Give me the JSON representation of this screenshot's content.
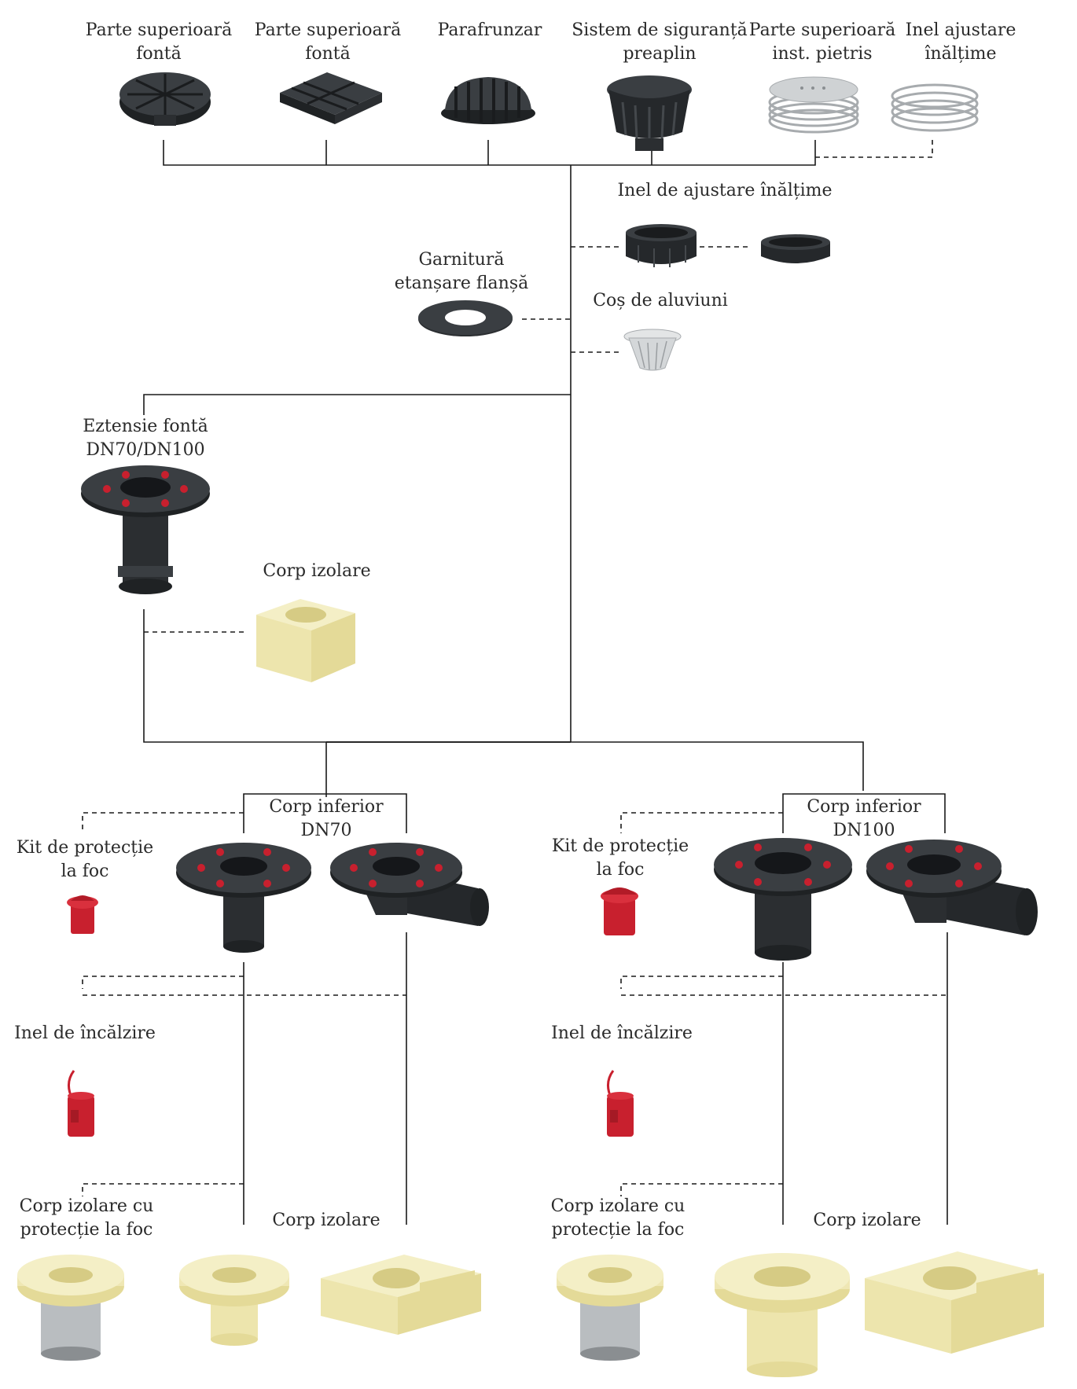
{
  "top_row": [
    {
      "l1": "Parte superioară",
      "l2": "fontă"
    },
    {
      "l1": "Parte superioară",
      "l2": "fontă"
    },
    {
      "l1": "Parafrunzar",
      "l2": ""
    },
    {
      "l1": "Sistem de siguranță",
      "l2": "preaplin"
    },
    {
      "l1": "Parte superioară",
      "l2": "inst. pietris"
    },
    {
      "l1": "Inel ajustare",
      "l2": "înălțime"
    }
  ],
  "height_ring_label": "Inel de ajustare înălțime",
  "flange_gasket": {
    "l1": "Garnitură",
    "l2": "etanșare flanșă"
  },
  "silt_basket_label": "Coș de aluviuni",
  "cast_extension": {
    "l1": "Eztensie fontă",
    "l2": "DN70/DN100"
  },
  "insulation_body_mid": "Corp izolare",
  "lower_left": {
    "body_l1": "Corp inferior",
    "body_l2": "DN70",
    "fire_l1": "Kit de protecție",
    "fire_l2": "la foc",
    "heating": "Inel de încălzire",
    "ins_fire_l1": "Corp izolare cu",
    "ins_fire_l2": "protecție la foc",
    "ins": "Corp izolare"
  },
  "lower_right": {
    "body_l1": "Corp inferior",
    "body_l2": "DN100",
    "fire_l1": "Kit de protecție",
    "fire_l2": "la foc",
    "heating": "Inel de încălzire",
    "ins_fire_l1": "Corp izolare cu",
    "ins_fire_l2": "protecție la foc",
    "ins": "Corp izolare"
  },
  "colors": {
    "cast_iron": "#2b2e31",
    "bolt_red": "#c8202e",
    "insulation": "#efe7b4",
    "steel": "#cfd2d4",
    "line": "#1a1a1a"
  }
}
